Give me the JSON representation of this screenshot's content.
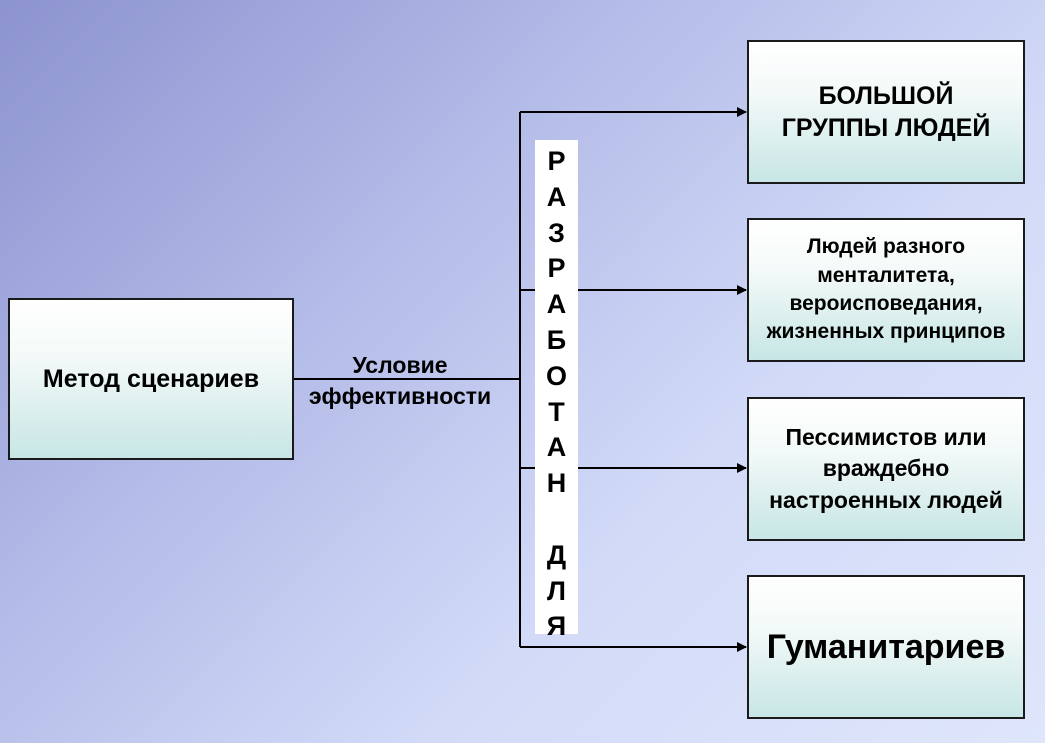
{
  "method": {
    "label": "Метод сценариев"
  },
  "condition": {
    "label": "Условие\nэффективности"
  },
  "developed_for": {
    "label": "Р\nА\nЗ\nР\nА\nБ\nО\nТ\nА\nН\n\nД\nЛ\nЯ"
  },
  "targets": [
    {
      "label": "БОЛЬШОЙ\nГРУППЫ ЛЮДЕЙ"
    },
    {
      "label": "Людей разного\nменталитета,\nвероисповедания,\nжизненных принципов"
    },
    {
      "label": "Пессимистов или\nвраждебно\nнастроенных людей"
    },
    {
      "label": "Гуманитариев"
    }
  ]
}
